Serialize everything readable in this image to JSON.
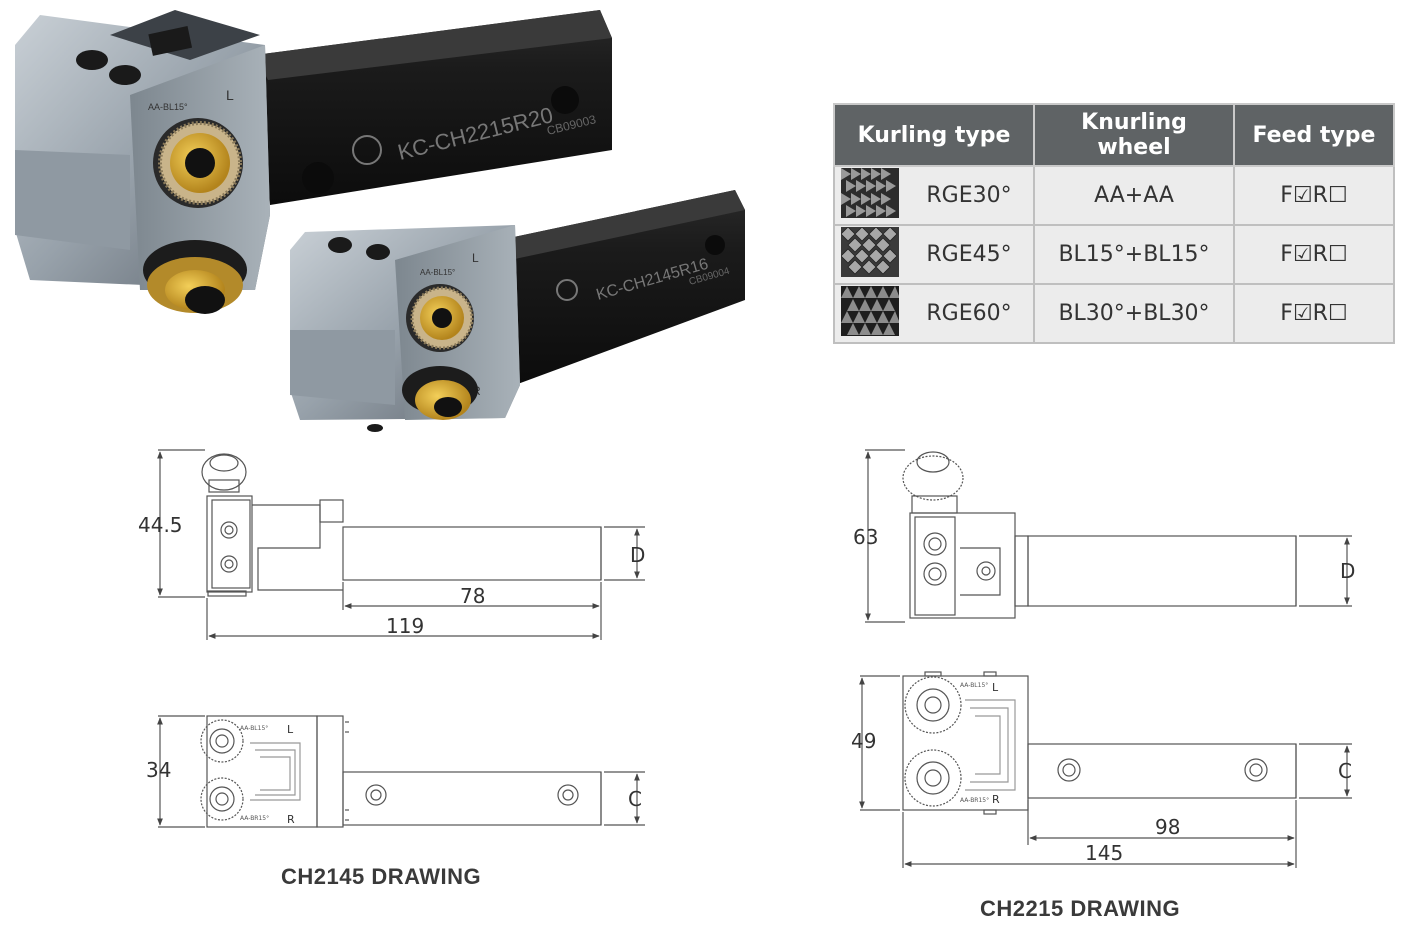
{
  "product_tools": [
    {
      "model_mark": "KC-CH2215R20",
      "code_mark": "CB09003",
      "side_mark_L": "L",
      "wheel_mark": "AA-BL15°"
    },
    {
      "model_mark": "KC-CH2145R16",
      "code_mark": "CB09004",
      "side_mark_L": "L",
      "side_mark_R": "R",
      "wheel_mark": "AA-BL15°"
    }
  ],
  "table": {
    "headers": [
      "Kurling type",
      "Knurling wheel",
      "Feed type"
    ],
    "rows": [
      {
        "type": "RGE30°",
        "wheel": "AA+AA",
        "feed": "F☑R☐",
        "texture": "straight"
      },
      {
        "type": "RGE45°",
        "wheel": "BL15°+BL15°",
        "feed": "F☑R☐",
        "texture": "diamond"
      },
      {
        "type": "RGE60°",
        "wheel": "BL30°+BL30°",
        "feed": "F☑R☐",
        "texture": "pyramid"
      }
    ]
  },
  "drawings": {
    "ch2145": {
      "caption": "CH2145 DRAWING",
      "side_view": {
        "height": "44.5",
        "shank": "D",
        "shank_len": "78",
        "total_len": "119"
      },
      "top_view": {
        "height": "34",
        "shank": "C",
        "label_L": "L",
        "label_R": "R",
        "top_wheel": "AA-BL15°",
        "bottom_wheel": "AA-BR15°"
      }
    },
    "ch2215": {
      "caption": "CH2215 DRAWING",
      "side_view": {
        "height": "63",
        "shank": "D"
      },
      "top_view": {
        "height": "49",
        "shank": "C",
        "shank_len": "98",
        "total_len": "145",
        "label_L": "L",
        "label_R": "R",
        "top_wheel": "AA-BL15°",
        "bottom_wheel": "AA-BR15°"
      }
    }
  }
}
